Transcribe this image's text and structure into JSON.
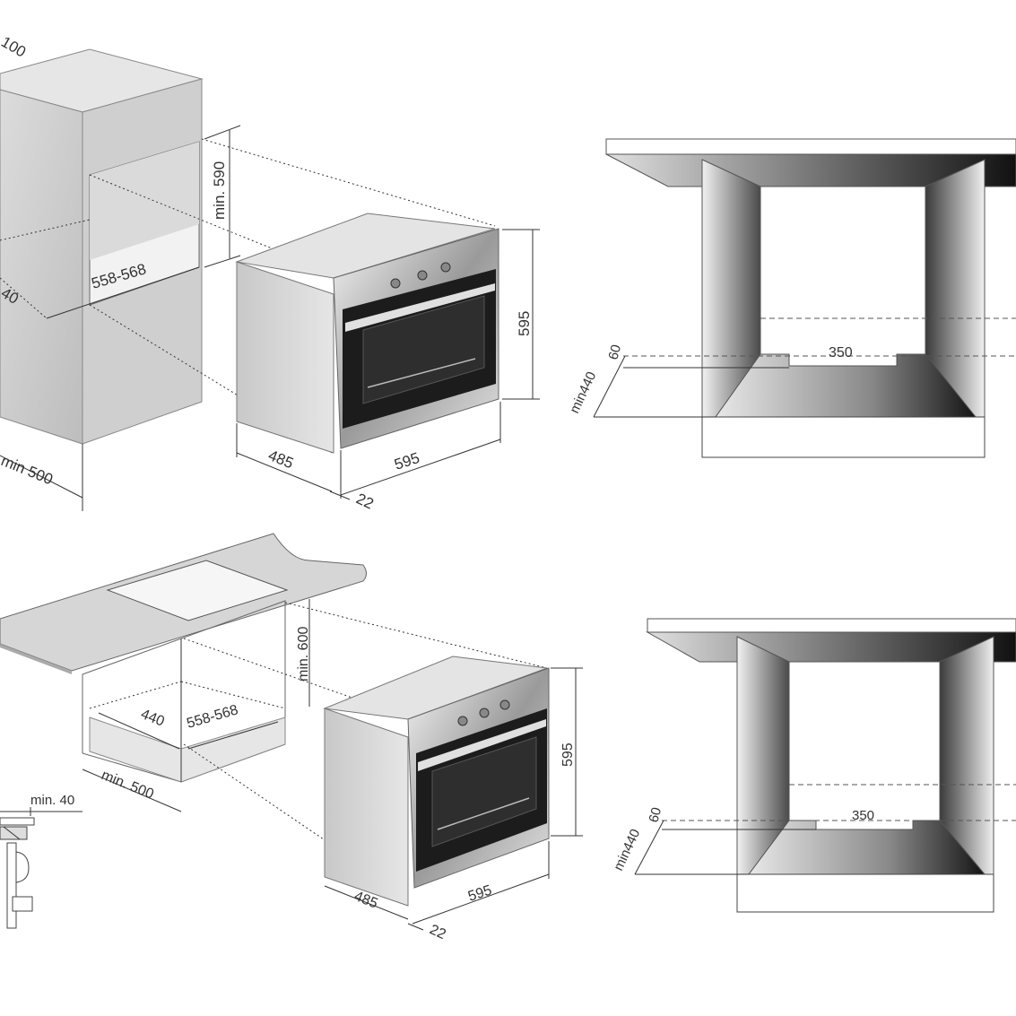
{
  "diagram_1": {
    "depth_top": "100",
    "cavity_height": "min. 590",
    "cavity_width": "558-568",
    "cavity_depth": "40",
    "cabinet_depth": "min 500",
    "oven_height": "595",
    "oven_width": "595",
    "oven_depth": "485",
    "front_depth": "22"
  },
  "diagram_2": {
    "opening_depth": "350",
    "min_depth": "min440",
    "gap": "60"
  },
  "diagram_3": {
    "cavity_height": "min. 600",
    "cavity_depth": "440",
    "cavity_width": "558-568",
    "cabinet_depth": "min. 500",
    "clearance": "min. 40",
    "oven_height": "595",
    "oven_width": "595",
    "oven_depth": "485",
    "front_depth": "22"
  },
  "diagram_4": {
    "opening_depth": "350",
    "min_depth": "min440",
    "gap": "60"
  }
}
